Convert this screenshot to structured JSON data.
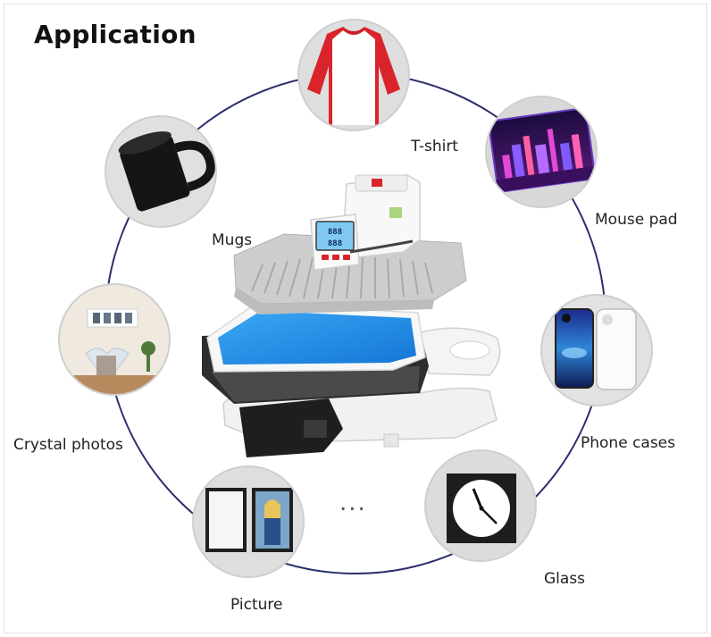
{
  "title": "Application",
  "applications": [
    {
      "label": "T-shirt",
      "icon": "tshirt-icon"
    },
    {
      "label": "Mouse pad",
      "icon": "mouse-pad-icon"
    },
    {
      "label": "Phone cases",
      "icon": "phone-case-icon"
    },
    {
      "label": "Glass",
      "icon": "clock-glass-icon"
    },
    {
      "label": "Picture",
      "icon": "picture-icon"
    },
    {
      "label": "Crystal photos",
      "icon": "crystal-photo-icon"
    },
    {
      "label": "Mugs",
      "icon": "mug-icon"
    }
  ],
  "ellipsis": "...",
  "machine": {
    "display_top": "888",
    "display_bottom": "888"
  },
  "colors": {
    "circle": "#2c2f6e",
    "tshirt_sleeve": "#d9242b",
    "platen": "#1e8fe6"
  }
}
